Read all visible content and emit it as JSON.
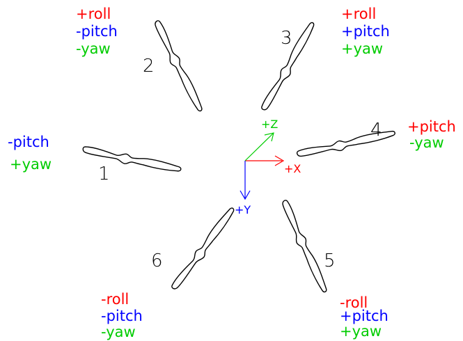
{
  "colors": {
    "roll": "#ff0000",
    "pitch": "#0000ff",
    "yaw": "#00cc00",
    "x_axis": "#ff0000",
    "y_axis": "#0000ff",
    "z_axis": "#00cc00",
    "propeller": "#000000",
    "number": "#000000"
  },
  "axes": {
    "x": "+X",
    "y": "+Y",
    "z": "+Z"
  },
  "motors": [
    {
      "id": "1",
      "labels": [
        "-pitch",
        "+yaw"
      ]
    },
    {
      "id": "2",
      "labels": [
        "+roll",
        "-pitch",
        "-yaw"
      ]
    },
    {
      "id": "3",
      "labels": [
        "+roll",
        "+pitch",
        "+yaw"
      ]
    },
    {
      "id": "4",
      "labels": [
        "+pitch",
        "-yaw"
      ]
    },
    {
      "id": "5",
      "labels": [
        "-roll",
        "+pitch",
        "+yaw"
      ]
    },
    {
      "id": "6",
      "labels": [
        "-roll",
        "-pitch",
        "-yaw"
      ]
    }
  ]
}
